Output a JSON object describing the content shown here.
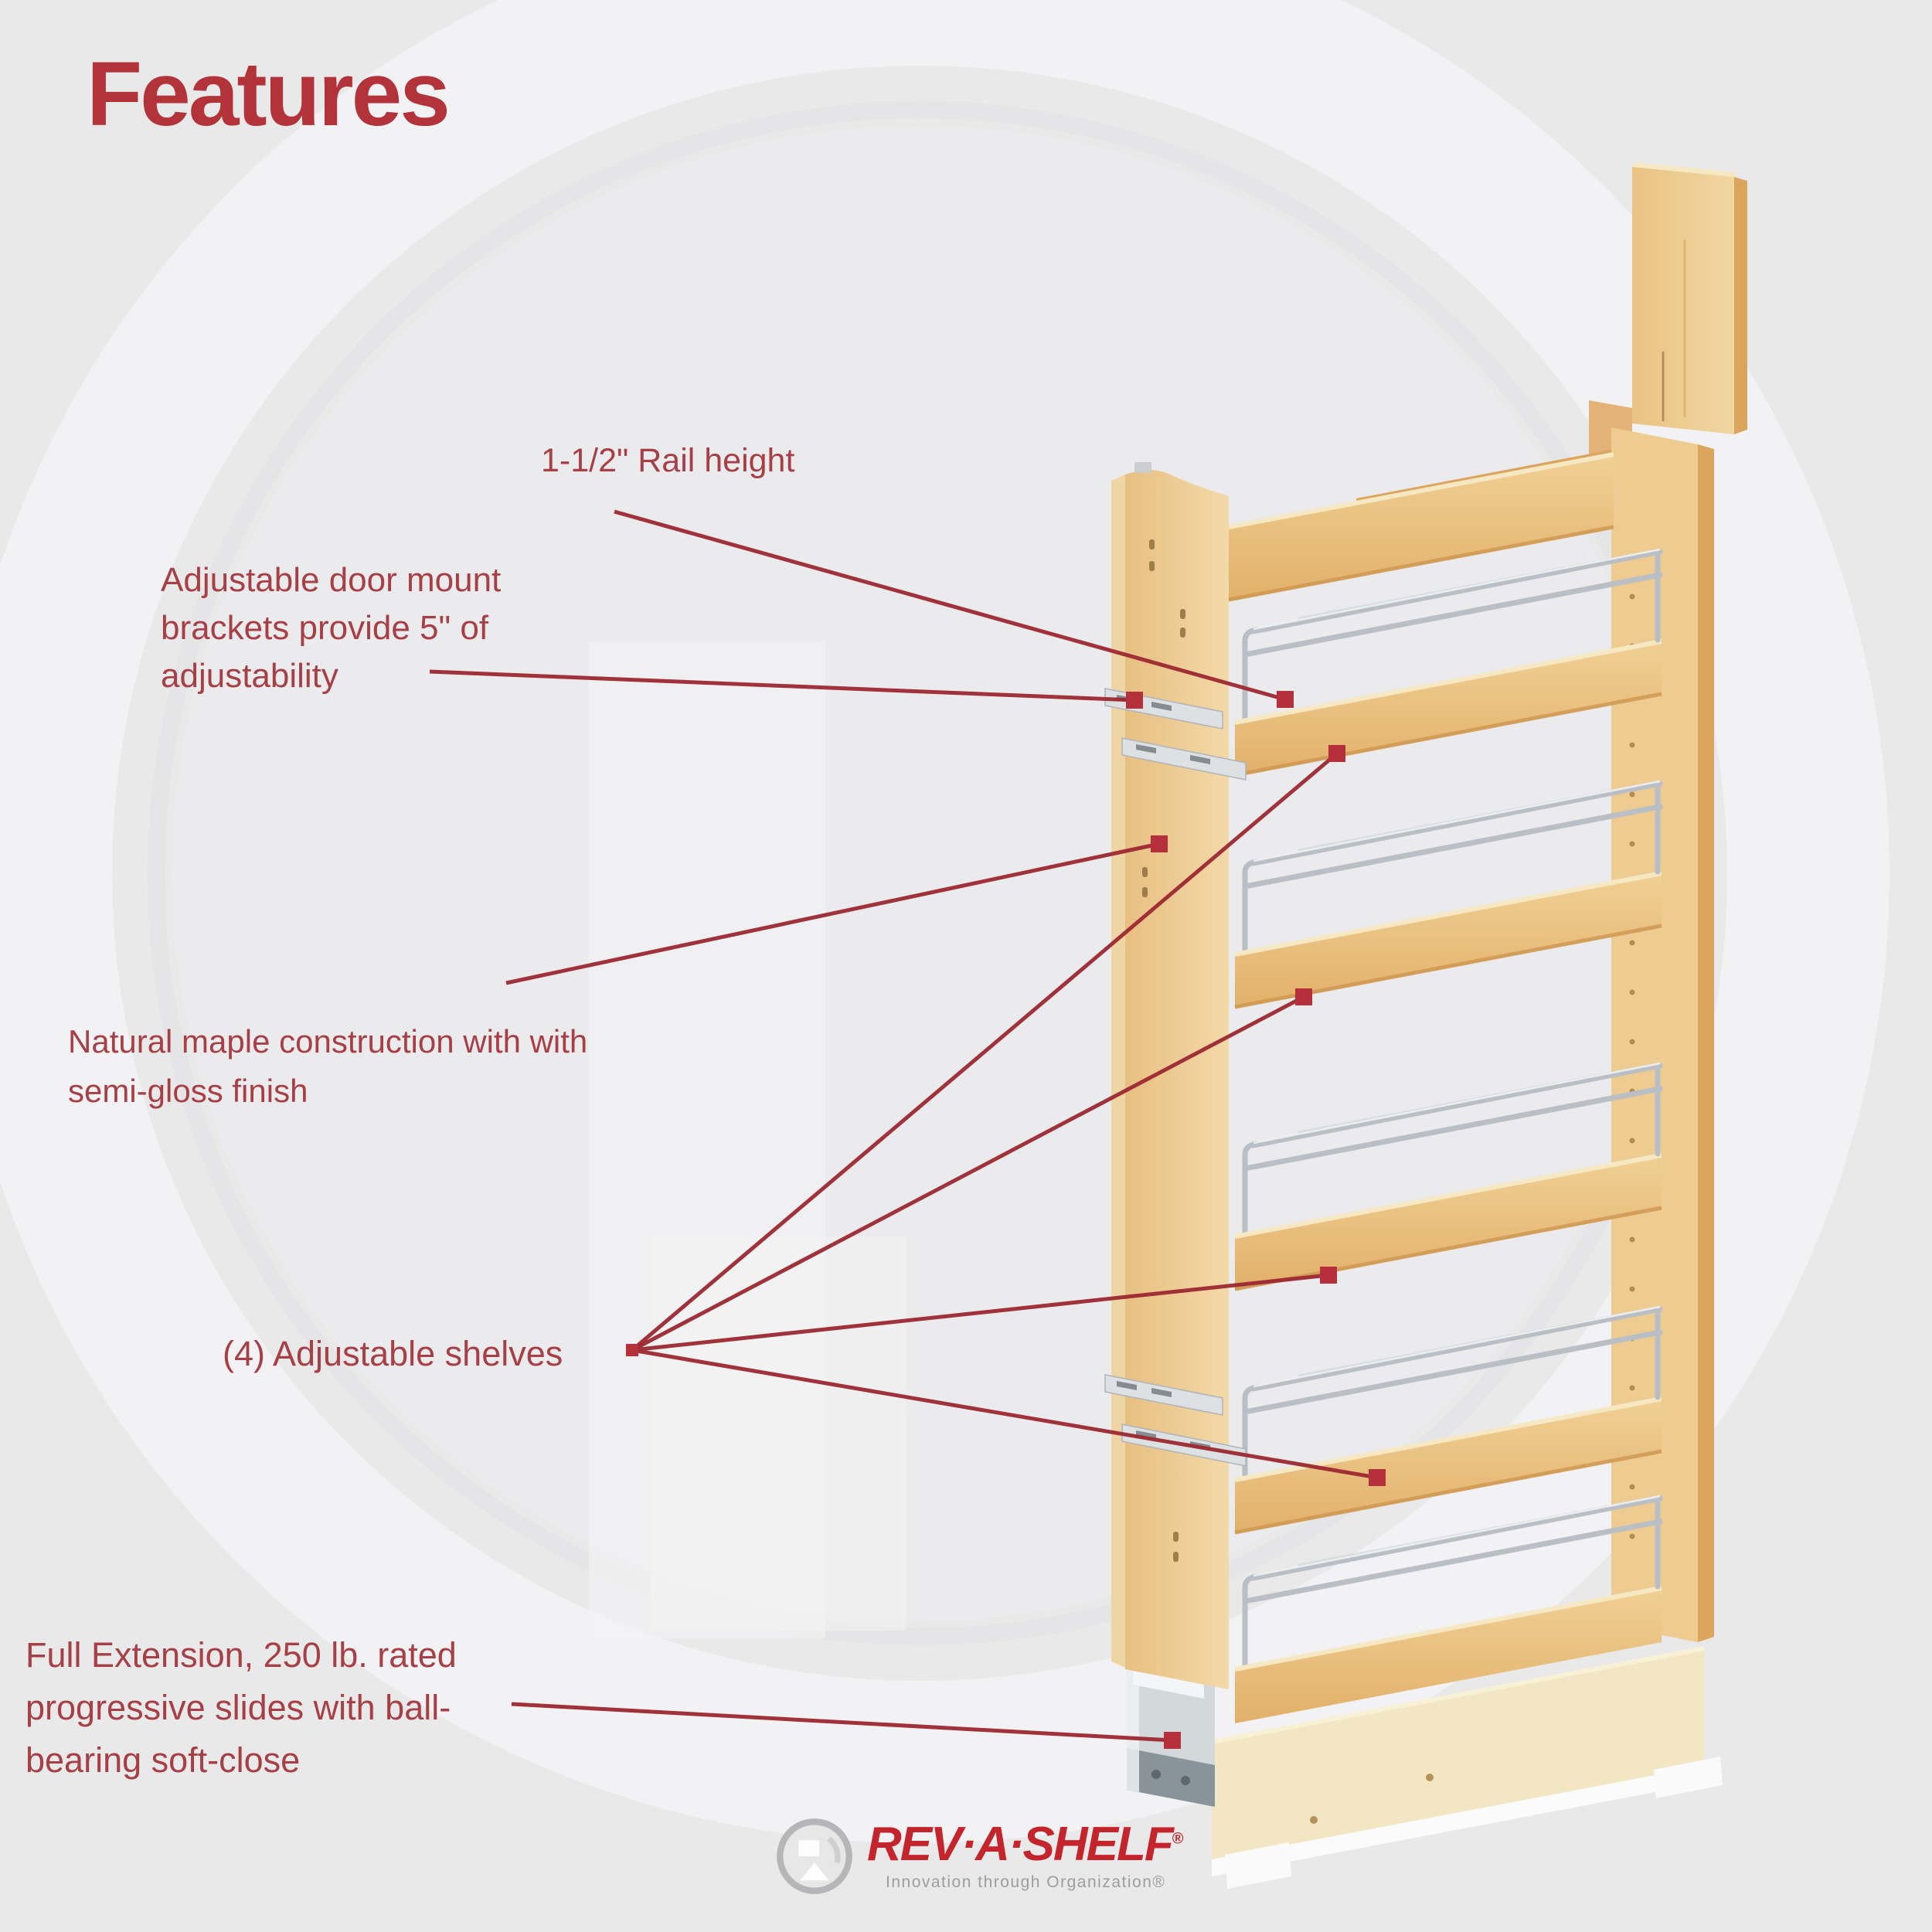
{
  "title": "Features",
  "callouts": [
    {
      "id": "rail-height",
      "lines": [
        "1-1/2\" Rail height"
      ]
    },
    {
      "id": "door-mount",
      "lines": [
        "Adjustable door mount",
        "brackets provide 5\" of",
        "adjustability"
      ]
    },
    {
      "id": "maple-construction",
      "lines": [
        "Natural maple construction with with",
        "semi-gloss finish"
      ]
    },
    {
      "id": "adjustable-shelves",
      "lines": [
        "(4) Adjustable shelves"
      ]
    },
    {
      "id": "slides",
      "lines": [
        "Full Extension, 250 lb. rated",
        "progressive slides with ball-",
        "bearing soft-close"
      ]
    }
  ],
  "logo": {
    "brand": "REV·A·SHELF",
    "registered": "®",
    "tagline": "Innovation through Organization®",
    "icon": "revashelf-circle-icon"
  },
  "colors": {
    "accent": "#b2343a",
    "label": "#a73f46",
    "line": "#9c2a33",
    "dot": "#b5303a",
    "logo_red": "#c4242b",
    "tagline_gray": "#9d9da0",
    "wood_face": "#eecb90",
    "wood_light": "#f7e8c4",
    "wood_edge": "#dca55e",
    "wood_dark": "#cf9750",
    "base_cream": "#f3e7c3",
    "chrome": "#b9bfc4",
    "chrome_dark": "#878f95",
    "background": "#e9e9ea"
  }
}
